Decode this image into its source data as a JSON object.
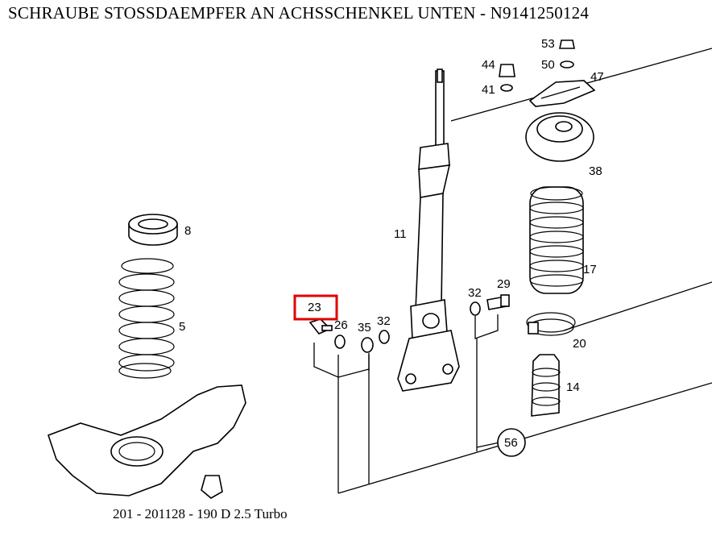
{
  "header": {
    "title": "SCHRAUBE STOSSDAEMPFER AN ACHSSCHENKEL UNTEN - N9141250124"
  },
  "footer": {
    "text": "201 - 201128 - 190 D 2.5 Turbo"
  },
  "parts": {
    "p53": "53",
    "p50": "50",
    "p44": "44",
    "p47": "47",
    "p41": "41",
    "p38": "38",
    "p8": "8",
    "p11": "11",
    "p17": "17",
    "p5": "5",
    "p29": "29",
    "p32a": "32",
    "p23": "23",
    "p26": "26",
    "p35": "35",
    "p32b": "32",
    "p20": "20",
    "p14": "14",
    "p56": "56"
  },
  "highlight": {
    "part": "23",
    "color": "#e00000"
  }
}
